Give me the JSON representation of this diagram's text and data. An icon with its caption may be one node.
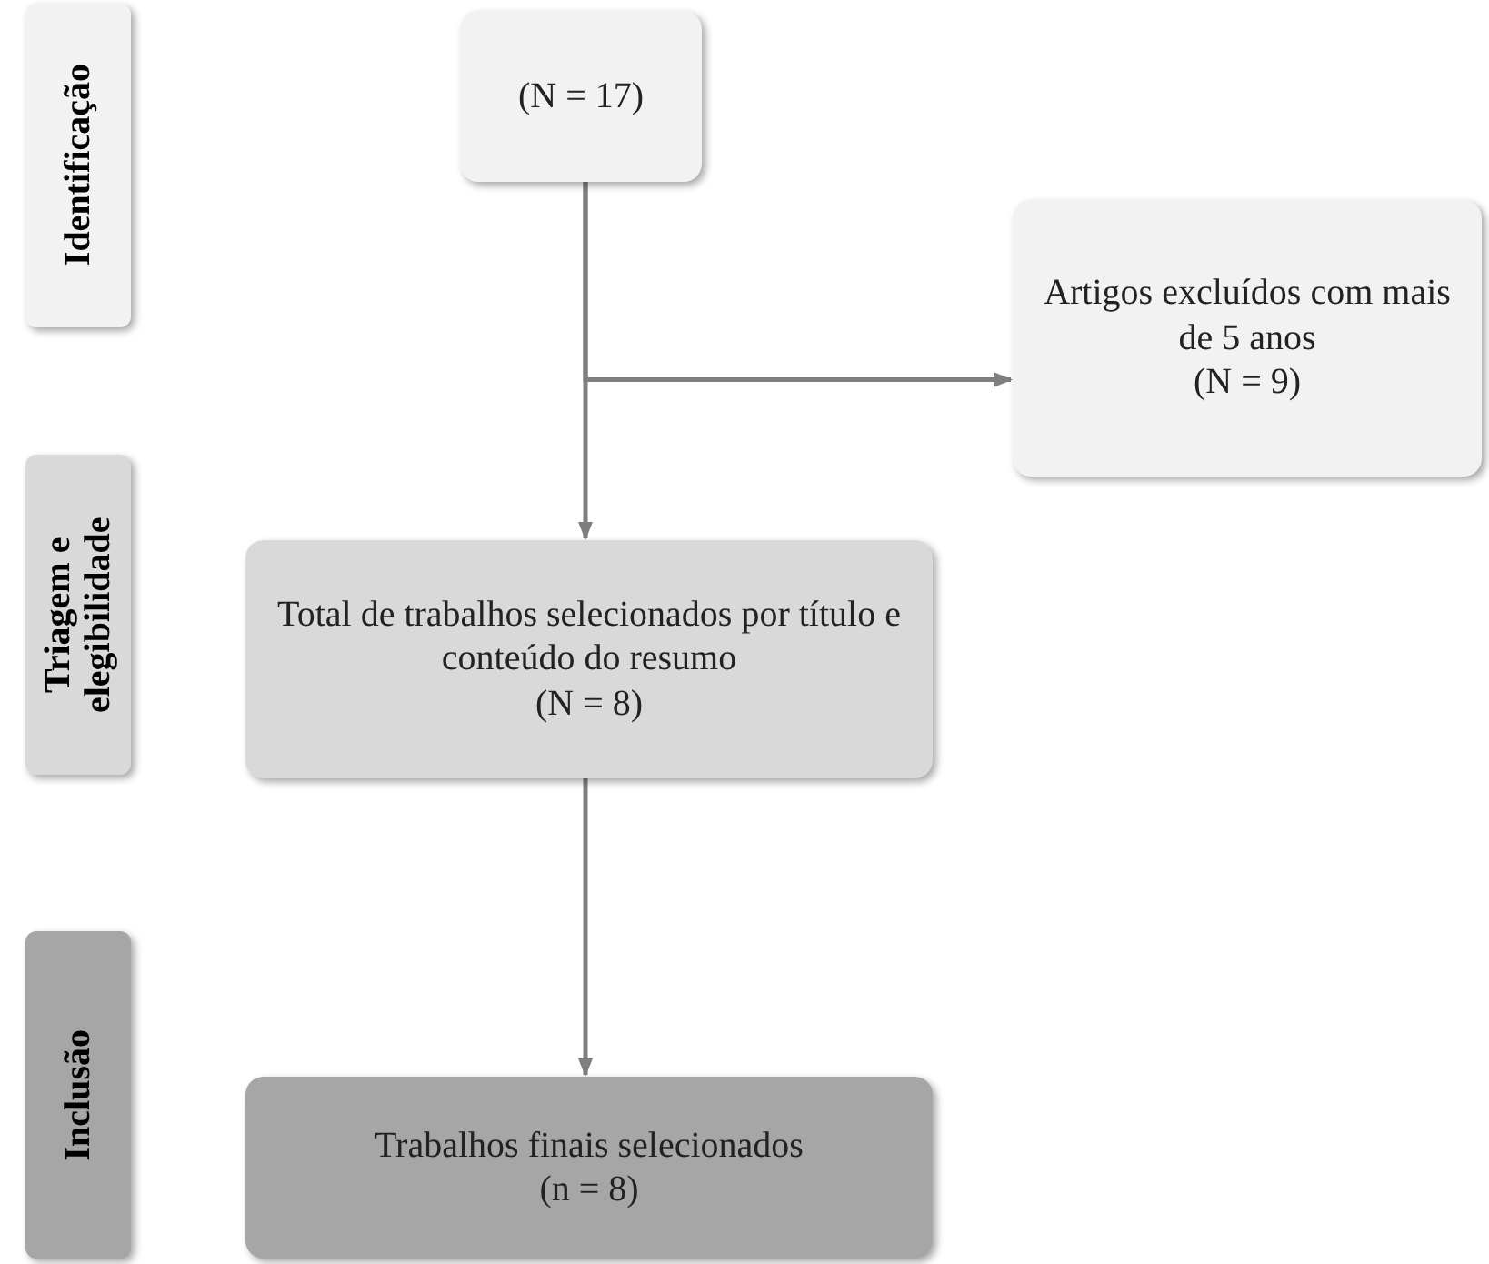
{
  "diagram": {
    "nodes": [
      {
        "text": [
          "Identificação"
        ]
      },
      {
        "text": [
          "(N = 17)"
        ]
      },
      {
        "text": [
          "Artigos excluídos com mais de 5 anos",
          "(N = 9)"
        ]
      },
      {
        "text": [
          "Triagem e elegibilidade"
        ]
      },
      {
        "text": [
          "Total de trabalhos selecionados por título e conteúdo do resumo",
          "(N = 8)"
        ]
      },
      {
        "text": [
          "Inclusão"
        ]
      },
      {
        "text": [
          "Trabalhos finais selecionados",
          "(n = 8)"
        ]
      }
    ],
    "edges": [
      {
        "from": 1,
        "to": 4,
        "arrow": "to"
      },
      {
        "from": 1,
        "to": 2,
        "arrow": "to"
      },
      {
        "from": 4,
        "to": 6,
        "arrow": "to"
      }
    ]
  }
}
